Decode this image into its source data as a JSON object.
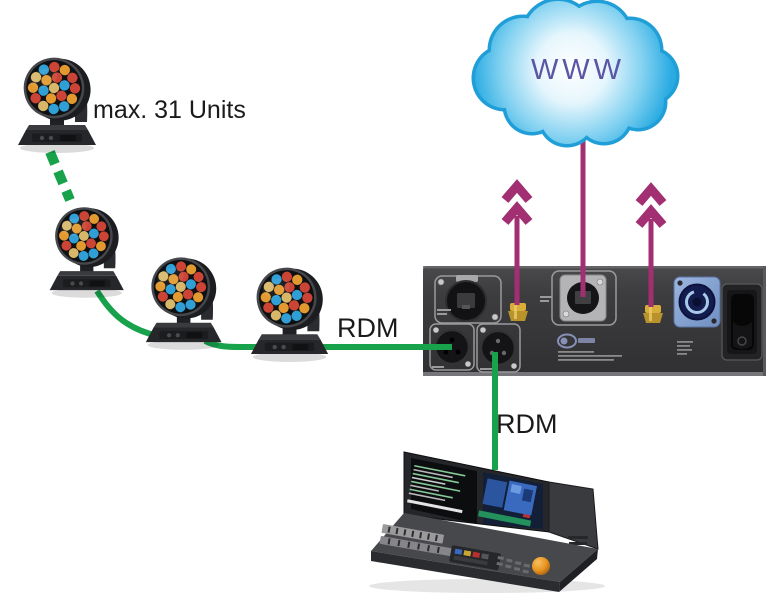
{
  "diagram": {
    "type": "rdm-network-diagram",
    "fixture_chain": {
      "label": "max. 31 Units",
      "fixture_type": "moving-head-wash-fixture",
      "fixtures_shown": 4
    },
    "links": {
      "fixtures_to_panel": {
        "label": "RDM",
        "style": "green-cable"
      },
      "console_to_panel": {
        "label": "RDM",
        "style": "green-cable"
      },
      "panel_to_cloud": {
        "style": "purple-line"
      },
      "wireless_left": {
        "style": "purple-up-arrow"
      },
      "wireless_right": {
        "style": "purple-up-arrow"
      }
    },
    "internet_cloud": {
      "label": "WWW"
    },
    "rear_panel": {
      "ports": [
        "ethercon-port-a",
        "xlr-in-port",
        "xlr-out-port",
        "antenna-left",
        "ethercon-port-b",
        "antenna-right",
        "powercon-inlet",
        "power-switch"
      ]
    },
    "console": {
      "type": "lighting-control-console"
    },
    "colors": {
      "cable_green": "#17a24b",
      "wireless_purple": "#a12f72",
      "cloud_blue": "#29abe2",
      "cloud_border": "#1f9ed8",
      "www_text": "#5b55a5",
      "panel_gray": "#3b3b3d",
      "label_text": "#1a1a1a"
    }
  }
}
